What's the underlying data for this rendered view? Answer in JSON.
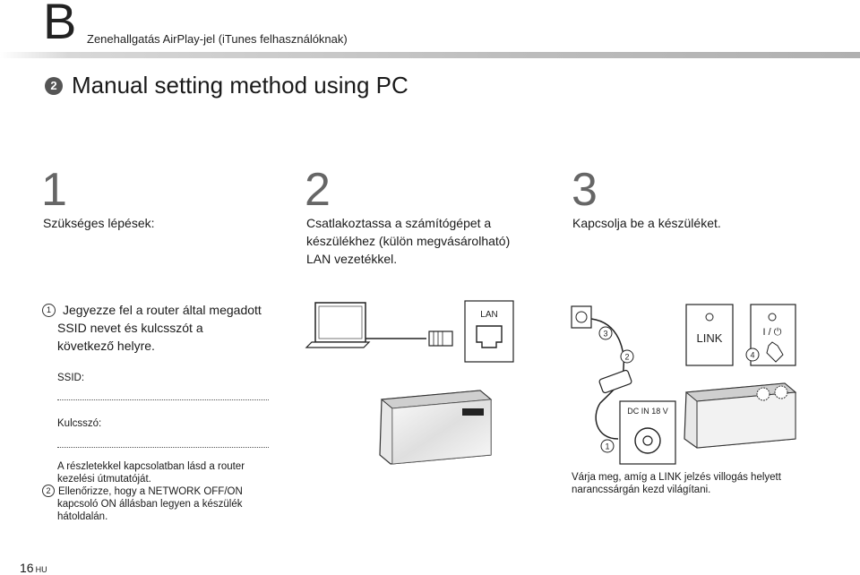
{
  "header": {
    "section_letter": "B",
    "subtitle": "Zenehallgatás AirPlay-jel (iTunes felhasználóknak)"
  },
  "section": {
    "badge": "2",
    "title": "Manual setting method using PC"
  },
  "steps": [
    {
      "number": "1",
      "text": "Szükséges lépések:"
    },
    {
      "number": "2",
      "lines": [
        "Csatlakoztassa a számítógépet a",
        "készülékhez (külön megvásárolható)",
        "LAN vezetékkel."
      ]
    },
    {
      "number": "3",
      "text": "Kapcsolja be a készüléket."
    }
  ],
  "note1": {
    "marker": "1",
    "lines": [
      "Jegyezze fel a router által megadott",
      "SSID nevet és kulcsszót a",
      "következő helyre."
    ]
  },
  "fields": {
    "ssid_label": "SSID:",
    "key_label": "Kulcsszó:"
  },
  "footnote_left": {
    "lines": [
      "A részletekkel kapcsolatban lásd a router",
      "kezelési útmutatóját."
    ],
    "marker2": "2",
    "lines2": [
      "Ellenőrizze, hogy a NETWORK OFF/ON",
      "kapcsoló ON állásban legyen a készülék",
      "hátoldalán."
    ]
  },
  "footnote_right": {
    "lines": [
      "Várja meg, amíg a LINK jelzés villogás helyett",
      "narancssárgán kezd világítani."
    ]
  },
  "figure_labels": {
    "lan_port": "LAN",
    "link_indicator": "LINK",
    "power_symbol": "I / ⏻",
    "dc_in": "DC IN 18 V",
    "callout_1": "1",
    "callout_2": "2",
    "callout_3": "3",
    "callout_4": "4"
  },
  "footer": {
    "page_number": "16",
    "language": "HU"
  }
}
